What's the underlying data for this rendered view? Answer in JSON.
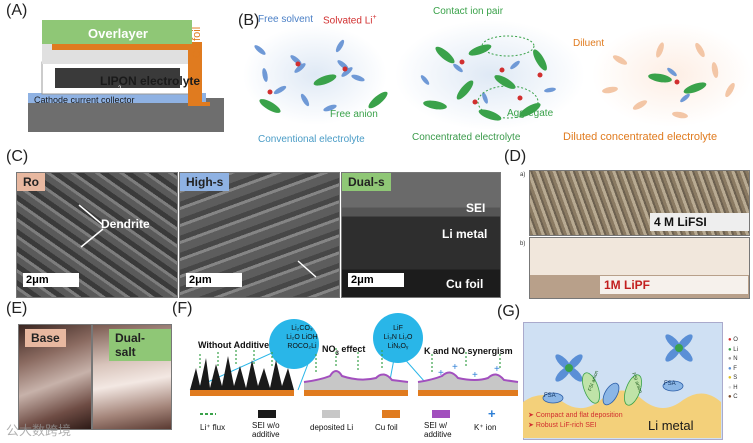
{
  "panels": {
    "a": {
      "label": "(A)",
      "overlayer": "Overlayer",
      "lipon": "LIPON electrolyte",
      "cathode": "Cathode current collector",
      "cu_foil": "Cu foil",
      "subscript": "2"
    },
    "b": {
      "label": "(B)",
      "free_solvent": "Free solvent",
      "solvated_li": "Solvated Li",
      "li_sup": "+",
      "free_anion": "Free anion",
      "conventional": "Conventional electrolyte",
      "contact_ion_pair": "Contact ion pair",
      "aggregate": "Aggregate",
      "concentrated": "Concentrated electrolyte",
      "diluent": "Diluent",
      "diluted": "Diluted concentrated electrolyte"
    },
    "c": {
      "label": "(C)",
      "room": "Ro",
      "dendrite": "Dendrite",
      "high": "High-s",
      "dual": "Dual-s",
      "sei": "SEI",
      "li_metal": "Li metal",
      "cu_foil": "Cu foil",
      "scale": "2μm"
    },
    "d": {
      "label": "(D)",
      "a": "a)",
      "b": "b)",
      "conc1": "4 M LiFSI",
      "conc2": "1M LiPF"
    },
    "e": {
      "label": "(E)",
      "base": "Base",
      "dual": "Dual-salt"
    },
    "f": {
      "label": "(F)",
      "without": "Without Additive",
      "no3_effect": "NO",
      "no3_sub": "3",
      "no3_tail": "effect",
      "synergy": "K",
      "synergy_mid": "and NO",
      "synergy_tail": "synergism",
      "c1": [
        "Li₂CO₃",
        "Li₂O  LiOH",
        "ROCO₂Li"
      ],
      "c2": [
        "LiF",
        "Li₃N  Li₂O",
        "LiNₓOᵧ"
      ],
      "leg_flux": "Li⁺ flux",
      "leg_sei": "SEI w/o additive",
      "leg_dep": "deposited Li",
      "leg_cu": "Cu foil",
      "leg_seiw": "SEI w/ additive",
      "leg_k": "K⁺ ion"
    },
    "g": {
      "label": "(G)",
      "fsa": "FSA",
      "fsi_anion": "FSI anion",
      "li_metal": "Li metal",
      "b1": "Compact and flat deposition",
      "b2": "Robust LiF-rich SEI",
      "leg": [
        "O",
        "Li",
        "N",
        "F",
        "S",
        "H",
        "C"
      ]
    }
  },
  "watermark": "公大数跨境",
  "colors": {
    "green": "#8fc776",
    "orange": "#e07b1f",
    "blue": "#6f99d6",
    "pink": "#e8b8a0",
    "li_red": "#d12f2f"
  }
}
